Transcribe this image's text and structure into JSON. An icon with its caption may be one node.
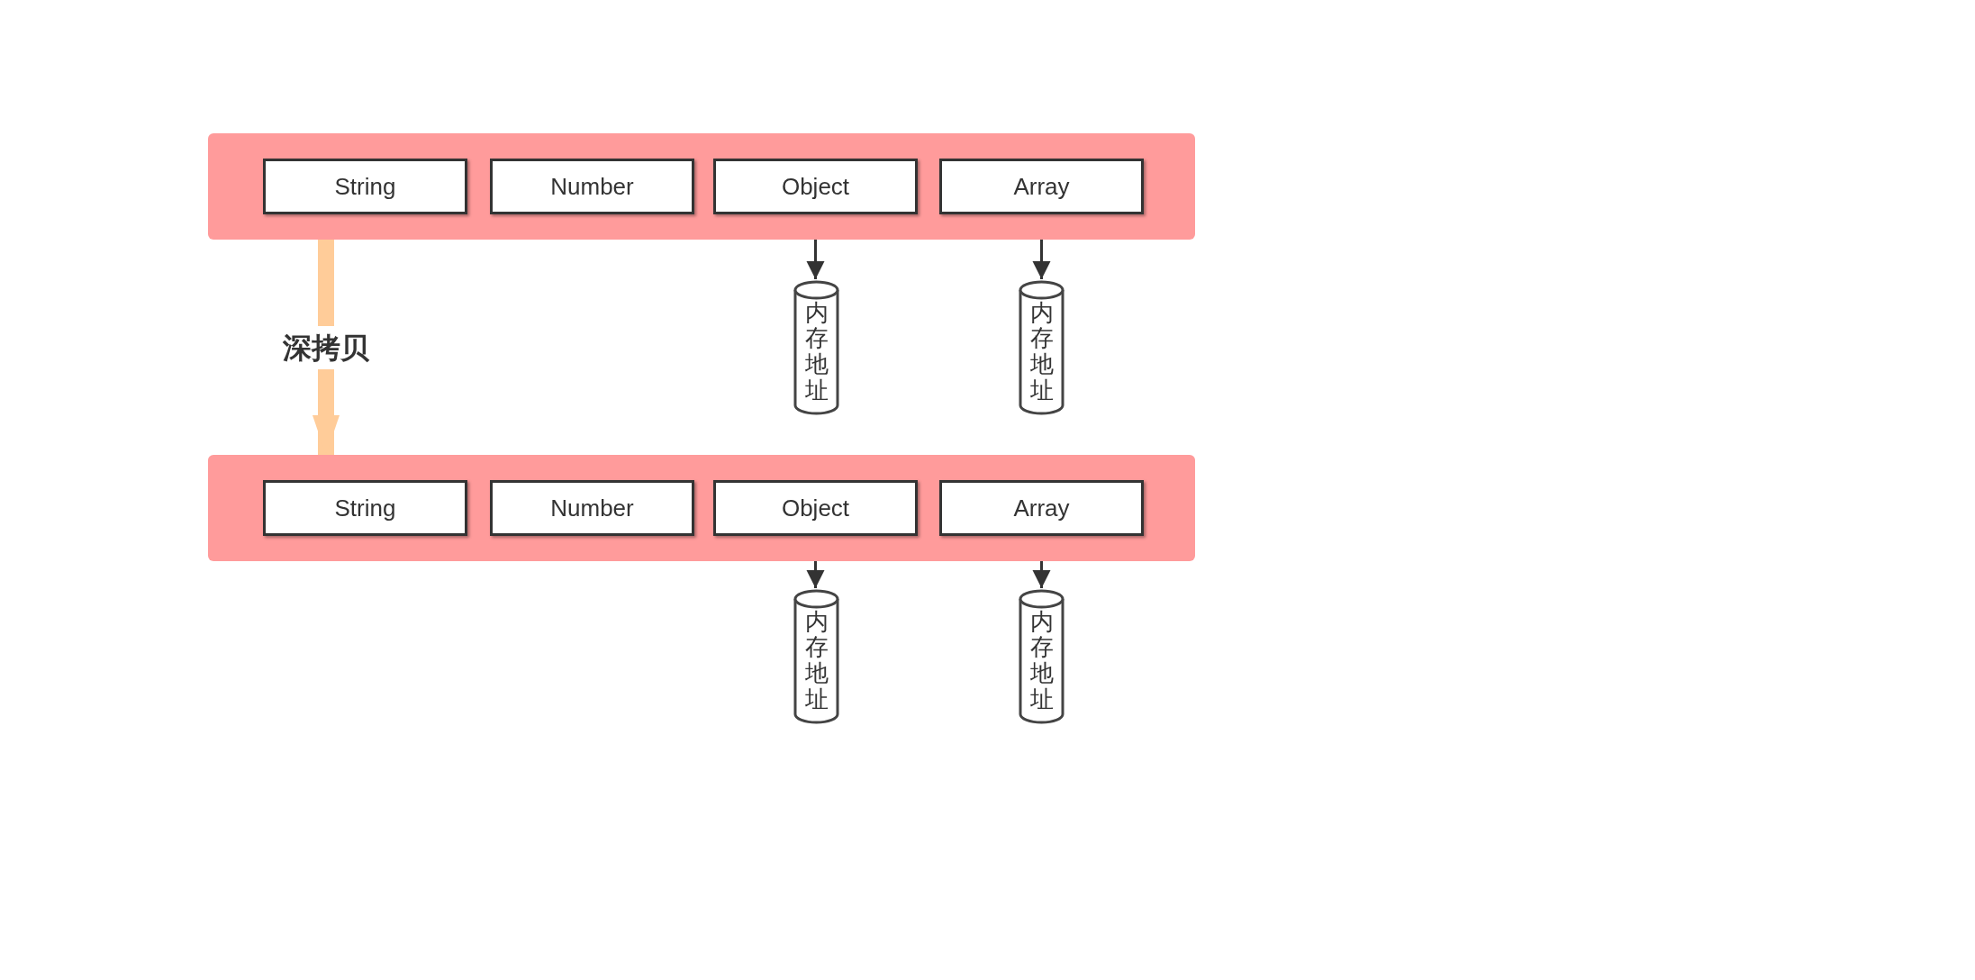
{
  "diagram": {
    "nodes": [
      {
        "text": [],
        "shape": "box"
      },
      {
        "text": [
          "String"
        ],
        "in": 0
      },
      {
        "text": [
          "Number"
        ],
        "in": 0
      },
      {
        "text": [
          "Object"
        ],
        "in": 0
      },
      {
        "text": [
          "Array"
        ],
        "in": 0
      },
      {
        "text": [
          "内存地址"
        ]
      },
      {
        "text": [
          "内存地址"
        ]
      },
      {
        "text": [],
        "shape": "box"
      },
      {
        "text": [
          "String"
        ],
        "in": 7
      },
      {
        "text": [
          "Number"
        ],
        "in": 7
      },
      {
        "text": [
          "Object"
        ],
        "in": 7
      },
      {
        "text": [
          "Array"
        ],
        "in": 7
      },
      {
        "text": [
          "内存地址"
        ]
      },
      {
        "text": [
          "内存地址"
        ]
      }
    ],
    "edges": [
      {
        "from": 3,
        "to": 5,
        "arrow": "to"
      },
      {
        "from": 4,
        "to": 6,
        "arrow": "to"
      },
      {
        "from": 0,
        "to": 7,
        "arrow": "to",
        "label": "深拷贝",
        "style": "thick",
        "color": "#ffcc99"
      },
      {
        "from": 10,
        "to": 12,
        "arrow": "to"
      },
      {
        "from": 11,
        "to": 13,
        "arrow": "to"
      }
    ]
  }
}
